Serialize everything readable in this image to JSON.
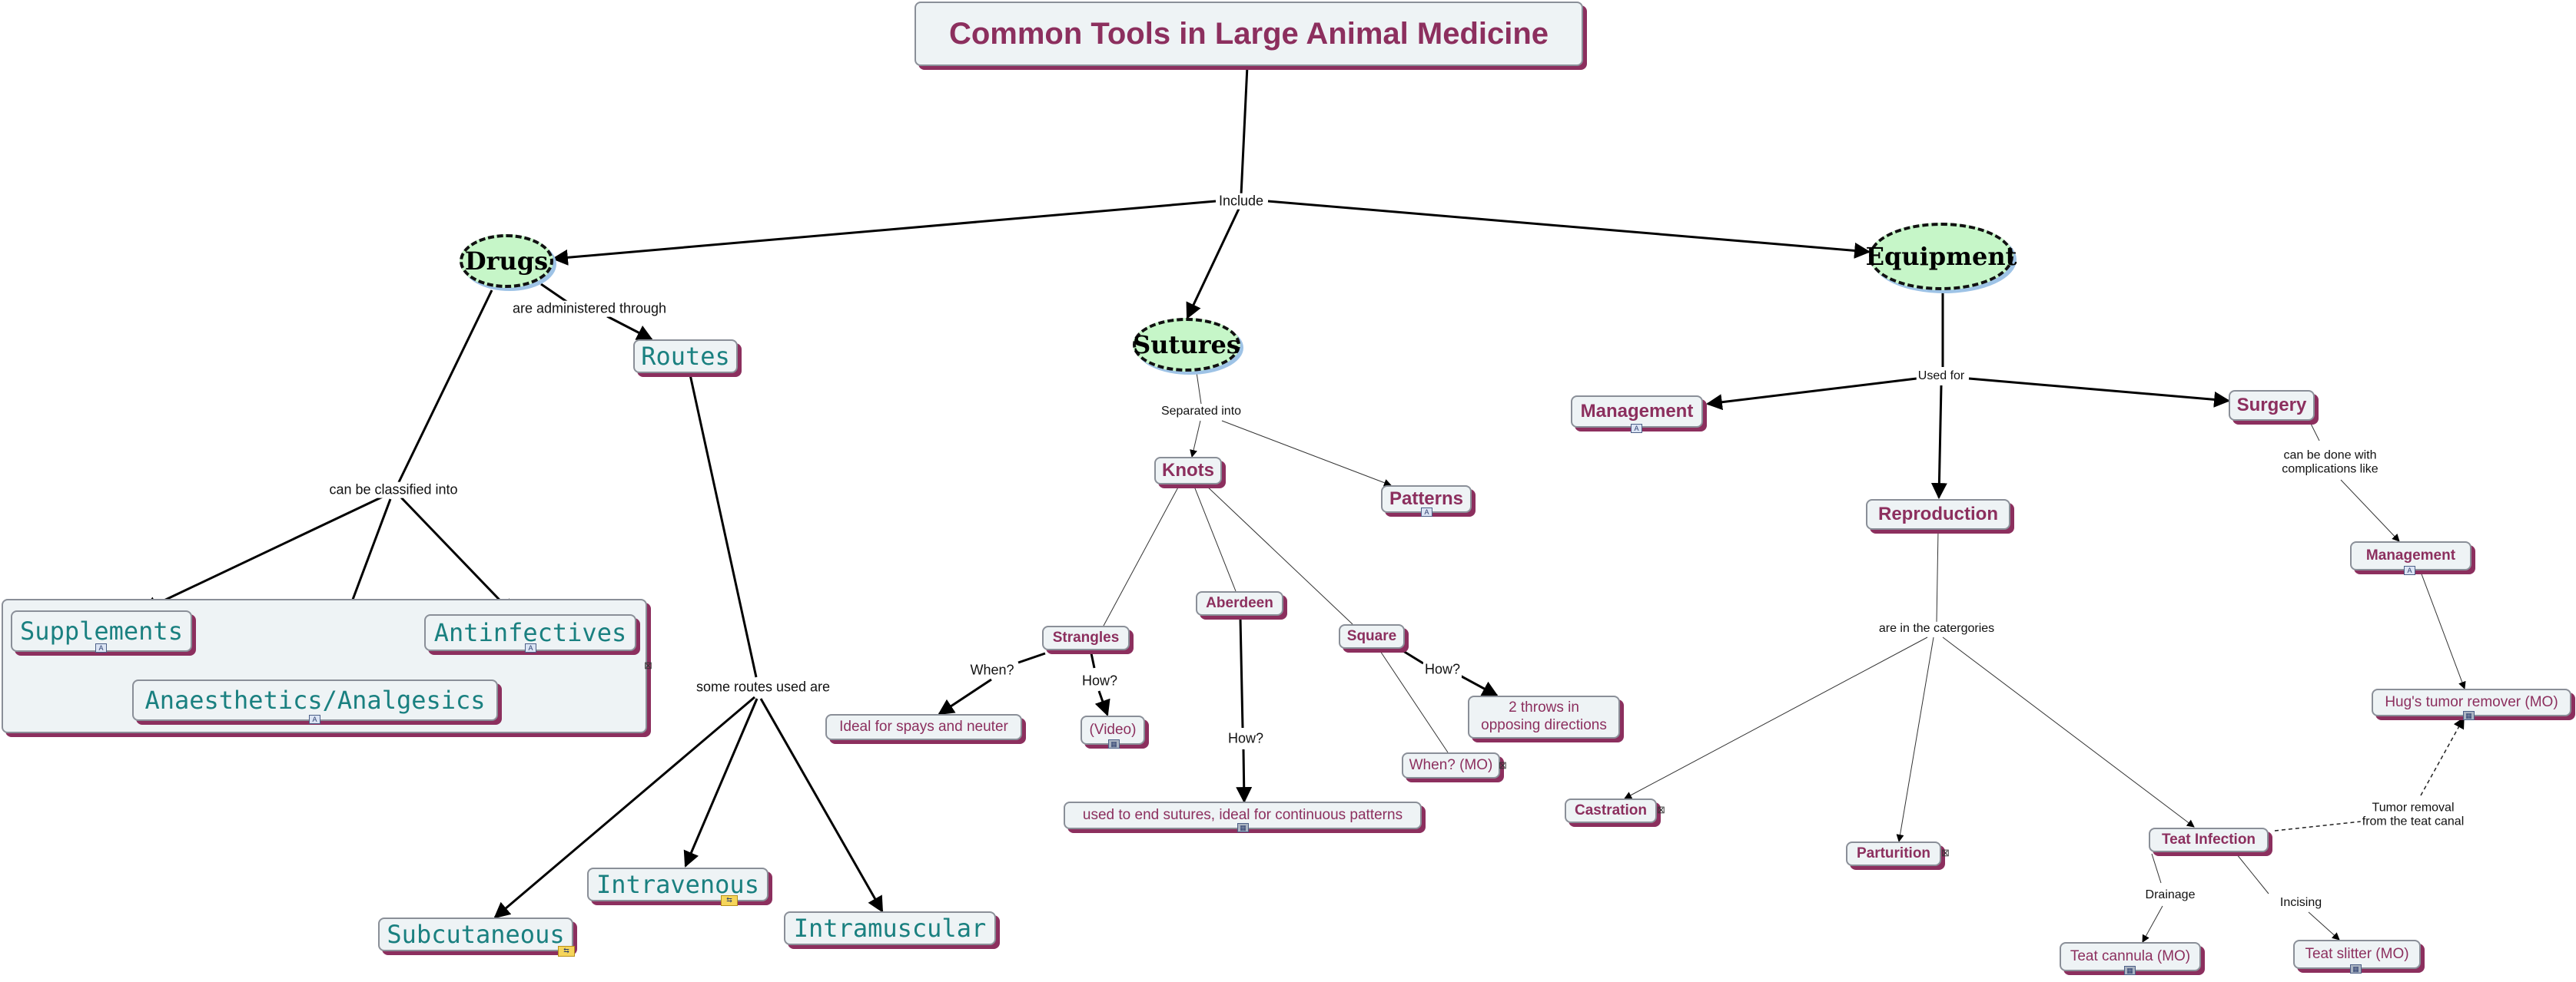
{
  "title": "Common Tools in Large Animal Medicine",
  "categories": {
    "drugs": "Drugs",
    "sutures": "Sutures",
    "equipment": "Equipment"
  },
  "nodes": {
    "routes": "Routes",
    "supplements": "Supplements",
    "antiinfectives": "Antinfectives",
    "anaesthetics": "Anaesthetics/Analgesics",
    "subcutaneous": "Subcutaneous",
    "intravenous": "Intravenous",
    "intramuscular": "Intramuscular",
    "knots": "Knots",
    "patterns": "Patterns",
    "strangles": "Strangles",
    "aberdeen": "Aberdeen",
    "square": "Square",
    "spays": "Ideal for spays and neuter",
    "video": "(Video)",
    "end_sutures": "used to end sutures, ideal for continuous patterns",
    "two_throws": "2 throws in\nopposing directions",
    "when_mo": "When? (MO)",
    "management_left": "Management",
    "surgery": "Surgery",
    "reproduction": "Reproduction",
    "management_right": "Management",
    "hugs": "Hug's tumor remover (MO)",
    "castration": "Castration",
    "parturition": "Parturition",
    "teat_infection": "Teat Infection",
    "teat_cannula": "Teat cannula (MO)",
    "teat_slitter": "Teat slitter (MO)"
  },
  "links": {
    "include": "Include",
    "administered": "are administered through",
    "classified": "can be classified into",
    "some_routes": "some routes used are",
    "separated": "Separated into",
    "when": "When?",
    "how_strangles": "How?",
    "how_aberdeen": "How?",
    "how_square": "How?",
    "used_for": "Used for",
    "complications": "can be done with\ncomplications like",
    "catergories": "are in the catergories",
    "tumor_removal": "Tumor removal\nfrom the teat canal",
    "drainage": "Drainage",
    "incising": "Incising"
  },
  "colors": {
    "concept_text": "#8c2f5e",
    "shadow": "#8c2f5e",
    "teal_text": "#1a8080",
    "ellipse_fill": "#c6f6c8",
    "node_fill": "#eef3f5"
  }
}
